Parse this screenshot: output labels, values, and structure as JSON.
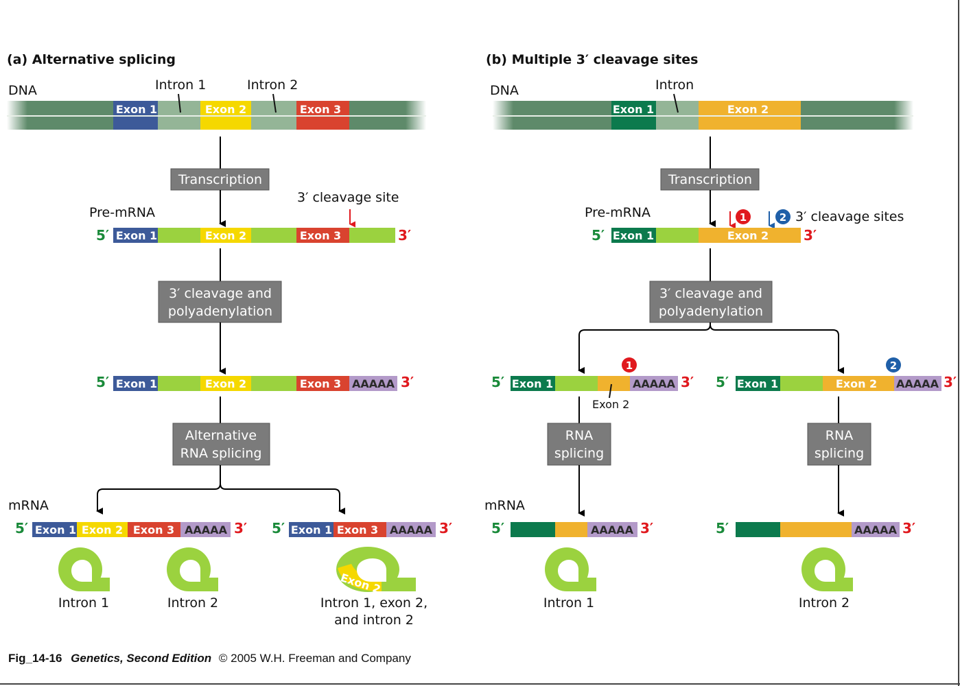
{
  "panel_a": {
    "title": "(a)  Alternative splicing",
    "dna_label": "DNA",
    "intron1_label": "Intron 1",
    "intron2_label": "Intron 2",
    "exon1": "Exon 1",
    "exon2": "Exon 2",
    "exon3": "Exon 3",
    "step1": "Transcription",
    "pre_mrna_label": "Pre-mRNA",
    "cleavage_site_label": "3′ cleavage site",
    "step2_line1": "3′ cleavage and",
    "step2_line2": "polyadenylation",
    "polya": "AAAAA",
    "step3_line1": "Alternative",
    "step3_line2": "RNA splicing",
    "mrna_label": "mRNA",
    "lariat1_label": "Intron 1",
    "lariat2_label": "Intron 2",
    "lariat3_line1": "Intron 1, exon 2,",
    "lariat3_line2": "and intron 2"
  },
  "panel_b": {
    "title": "(b)  Multiple 3′ cleavage sites",
    "dna_label": "DNA",
    "intron_label": "Intron",
    "exon1": "Exon 1",
    "exon2": "Exon 2",
    "step1": "Transcription",
    "pre_mrna_label": "Pre-mRNA",
    "site1": "1",
    "site2": "2",
    "cleavage_sites_label": "3′ cleavage sites",
    "step2_line1": "3′ cleavage and",
    "step2_line2": "polyadenylation",
    "polya": "AAAAA",
    "exon2_callout": "Exon 2",
    "step3_line1": "RNA",
    "step3_line2": "splicing",
    "mrna_label": "mRNA",
    "lariat1_label": "Intron 1",
    "lariat2_label": "Intron 2"
  },
  "strand": {
    "five": "5′",
    "three": "3′"
  },
  "caption": {
    "fig": "Fig_14-16",
    "book": "Genetics, Second Edition",
    "rest": "© 2005 W.H. Freeman and Company"
  },
  "colors": {
    "dna_dark": "#5e8a6a",
    "dna_light": "#94b597",
    "exon_blue": "#3d5a99",
    "exon_yellow": "#f5d800",
    "exon_red": "#d9432f",
    "exon_green_dark": "#0c7a4d",
    "exon_orange": "#f0b22e",
    "rna_green": "#9bd23f",
    "polya_purple": "#b39ac9",
    "step_box": "#7b7b7b",
    "five_prime": "#1a8a3a",
    "three_prime": "#e0191e",
    "site1": "#e0191e",
    "site2": "#1f5fa8"
  }
}
